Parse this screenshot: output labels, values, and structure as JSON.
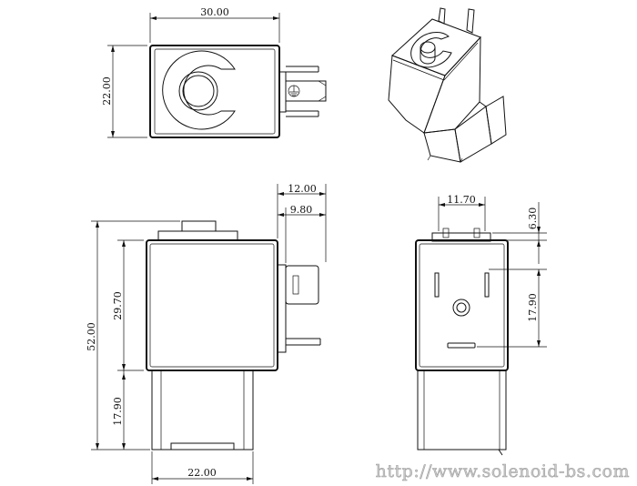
{
  "dimensions": {
    "top_width": "30.00",
    "top_height": "22.00",
    "front_terminal_total": "12.00",
    "front_terminal_inner": "9.80",
    "front_total_height": "52.00",
    "front_coil_height": "29.70",
    "front_base_height": "17.90",
    "front_base_width": "22.00",
    "side_pin_spacing": "11.70",
    "side_top_offset": "6.30",
    "side_pin_height": "17.90"
  },
  "watermark": "http://www.solenoid-bs.com",
  "colors": {
    "line": "#111111",
    "watermark": "#c9c9c9",
    "background": "#ffffff"
  },
  "icons": [
    "ground-symbol-icon"
  ]
}
